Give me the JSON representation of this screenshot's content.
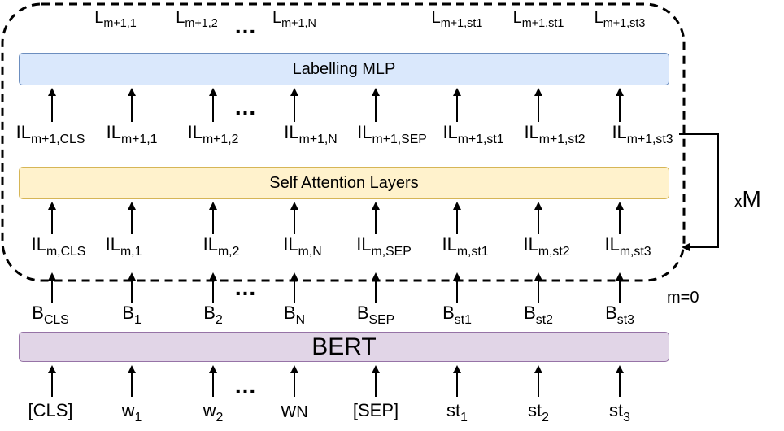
{
  "bars": {
    "labelling_mlp": "Labelling MLP",
    "self_attention": "Self Attention Layers",
    "bert": "BERT"
  },
  "top_labels": [
    {
      "base": "L",
      "sub": "m+1,1"
    },
    {
      "base": "L",
      "sub": "m+1,2"
    },
    {
      "base": "L",
      "sub": "m+1,N"
    },
    {
      "base": "L",
      "sub": "m+1,st1"
    },
    {
      "base": "L",
      "sub": "m+1,st1"
    },
    {
      "base": "L",
      "sub": "m+1,st3"
    }
  ],
  "il_m1_labels": [
    {
      "base": "IL",
      "sub": "m+1,CLS"
    },
    {
      "base": "IL",
      "sub": "m+1,1"
    },
    {
      "base": "IL",
      "sub": "m+1,2"
    },
    {
      "base": "IL",
      "sub": "m+1,N"
    },
    {
      "base": "IL",
      "sub": "m+1,SEP"
    },
    {
      "base": "IL",
      "sub": "m+1,st1"
    },
    {
      "base": "IL",
      "sub": "m+1,st2"
    },
    {
      "base": "IL",
      "sub": "m+1,st3"
    }
  ],
  "il_m_labels": [
    {
      "base": "IL",
      "sub": "m,CLS"
    },
    {
      "base": "IL",
      "sub": "m,1"
    },
    {
      "base": "IL",
      "sub": "m,2"
    },
    {
      "base": "IL",
      "sub": "m,N"
    },
    {
      "base": "IL",
      "sub": "m,SEP"
    },
    {
      "base": "IL",
      "sub": "m,st1"
    },
    {
      "base": "IL",
      "sub": "m,st2"
    },
    {
      "base": "IL",
      "sub": "m,st3"
    }
  ],
  "b_labels": [
    {
      "base": "B",
      "sub": "CLS"
    },
    {
      "base": "B",
      "sub": "1"
    },
    {
      "base": "B",
      "sub": "2"
    },
    {
      "base": "B",
      "sub": "N"
    },
    {
      "base": "B",
      "sub": "SEP"
    },
    {
      "base": "B",
      "sub": "st1"
    },
    {
      "base": "B",
      "sub": "st2"
    },
    {
      "base": "B",
      "sub": "st3"
    }
  ],
  "input_tokens": [
    {
      "base": "[CLS]",
      "sub": ""
    },
    {
      "base": "w",
      "sub": "1"
    },
    {
      "base": "w",
      "sub": "2"
    },
    {
      "base": "",
      "sub": "WN"
    },
    {
      "base": "[SEP]",
      "sub": ""
    },
    {
      "base": "st",
      "sub": "1"
    },
    {
      "base": "st",
      "sub": "2"
    },
    {
      "base": "st",
      "sub": "3"
    }
  ],
  "ellipsis": "...",
  "repeat": {
    "prefix": "x",
    "count": "M"
  },
  "initial_layer": "m=0"
}
